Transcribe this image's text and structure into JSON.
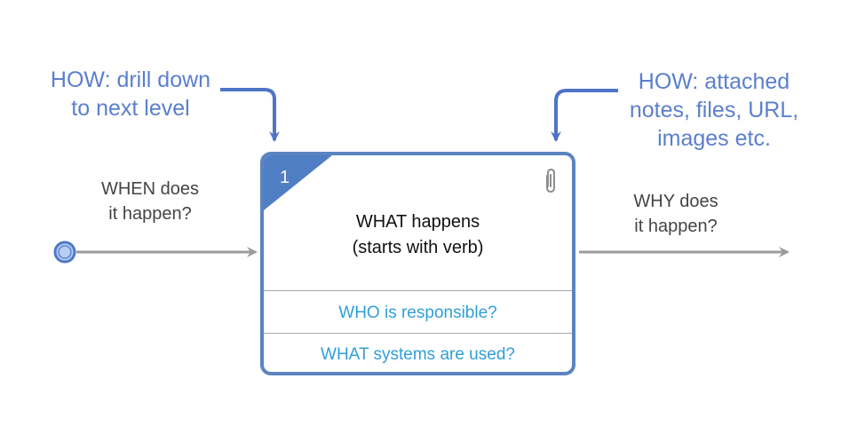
{
  "colors": {
    "note_blue": "#5b7fcd",
    "box_border": "#5b84c0",
    "corner_fill": "#4f7ec4",
    "gray_text": "#444444",
    "flow_gray": "#9b9b9b",
    "field_link": "#2f9fd8",
    "start_fill": "#b7cdf3",
    "start_stroke": "#4f79c8"
  },
  "notes": {
    "drill_down": [
      "HOW: drill down",
      "to next level"
    ],
    "attached": [
      "HOW: attached",
      "notes, files, URL,",
      "images etc."
    ]
  },
  "flow_labels": {
    "when": [
      "WHEN does",
      "it happen?"
    ],
    "why": [
      "WHY does",
      "it happen?"
    ]
  },
  "process": {
    "number": "1",
    "attachment_icon": "paperclip-icon",
    "what": [
      "WHAT happens",
      "(starts with verb)"
    ],
    "who": "WHO is responsible?",
    "systems": "WHAT systems are used?"
  }
}
